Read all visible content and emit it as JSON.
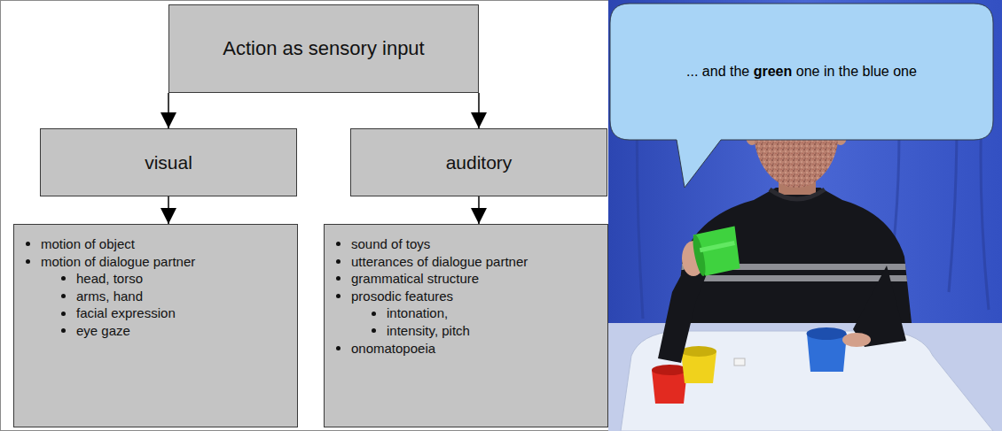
{
  "diagram": {
    "nodes": [
      {
        "text": [
          "Action as sensory input"
        ]
      },
      {
        "text": [
          "visual"
        ]
      },
      {
        "text": [
          "auditory"
        ]
      },
      {
        "text": [
          "motion of object",
          "motion of dialogue partner",
          "head, torso",
          "arms, hand",
          "facial expression",
          "eye gaze"
        ]
      },
      {
        "text": [
          "sound of toys",
          "utterances of dialogue partner",
          "grammatical structure",
          "prosodic features",
          "intonation,",
          "intensity, pitch",
          "onomatopoeia"
        ]
      },
      {
        "text": [
          "... and the green one in the blue one"
        ]
      }
    ],
    "edges": [
      {
        "from": 0,
        "to": 1,
        "arrow": "to"
      },
      {
        "from": 0,
        "to": 2,
        "arrow": "to"
      },
      {
        "from": 1,
        "to": 3,
        "arrow": "to"
      },
      {
        "from": 2,
        "to": 4,
        "arrow": "to"
      }
    ]
  }
}
